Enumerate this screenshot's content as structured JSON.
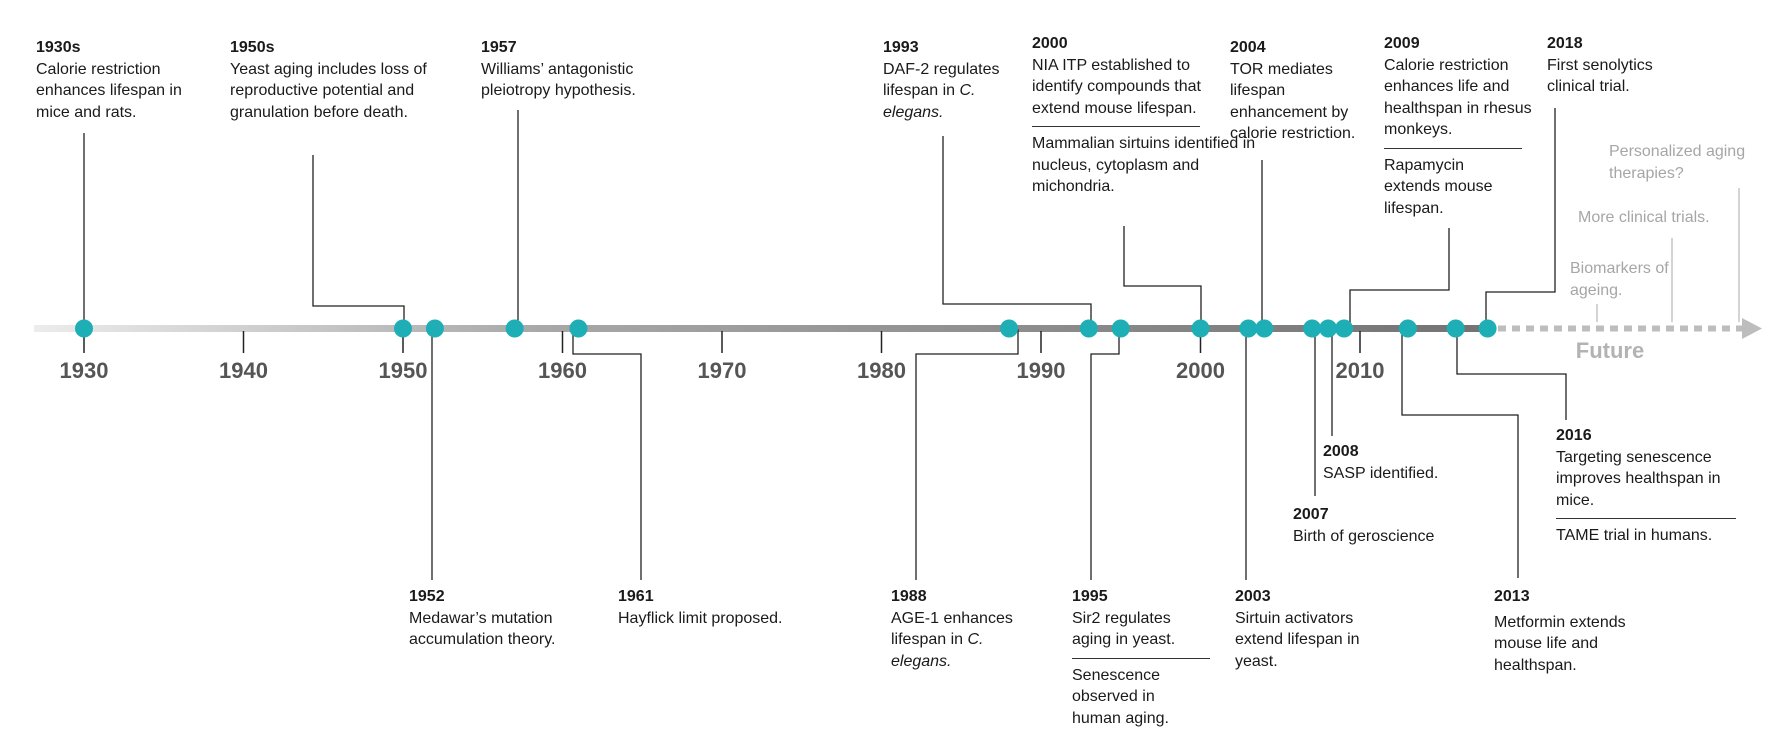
{
  "colors": {
    "dot": "#1eafb6",
    "line_start": "#e6e6e6",
    "line_end": "#777777",
    "future": "#b3b3b3",
    "connector": "#222222",
    "faint_text": "#a6a6a6"
  },
  "axis": {
    "decades": [
      "1930",
      "1940",
      "1950",
      "1960",
      "1970",
      "1980",
      "1990",
      "2000",
      "2010"
    ],
    "future_label": "Future"
  },
  "timeline_dots": [
    1930,
    1950,
    1952,
    1957,
    1961,
    1988,
    1993,
    1995,
    2000,
    2003,
    2004,
    2007,
    2008,
    2009,
    2013,
    2016,
    2018
  ],
  "events_above": [
    {
      "year": "1930s",
      "text": "Calorie restriction enhances lifespan in mice and rats."
    },
    {
      "year": "1950s",
      "text": "Yeast aging includes loss of reproductive potential and granulation before death."
    },
    {
      "year": "1957",
      "text": "Williams’ antagonistic pleiotropy hypothesis."
    },
    {
      "year": "1993",
      "text_pre": "DAF-2 regulates lifespan in",
      "text_italic": "C. elegans."
    },
    {
      "year": "2000",
      "text": "NIA ITP established to identify compounds that extend mouse lifespan.",
      "text2": "Mammalian sirtuins identified in nucleus, cytoplasm and michondria."
    },
    {
      "year": "2004",
      "text": "TOR mediates lifespan enhancement by calorie restriction."
    },
    {
      "year": "2009",
      "text": "Calorie restriction enhances life and healthspan in rhesus monkeys.",
      "text2": "Rapamycin extends mouse lifespan."
    },
    {
      "year": "2018",
      "text": "First senolytics clinical trial."
    }
  ],
  "events_below": [
    {
      "year": "1952",
      "text": "Medawar’s mutation accumulation theory."
    },
    {
      "year": "1961",
      "text": "Hayflick limit proposed."
    },
    {
      "year": "1988",
      "text_pre": "AGE-1 enhances lifespan in",
      "text_italic": "C. elegans."
    },
    {
      "year": "1995",
      "text": "Sir2 regulates aging in yeast.",
      "text2": "Senescence observed in human aging."
    },
    {
      "year": "2003",
      "text": "Sirtuin activators extend lifespan in yeast."
    },
    {
      "year": "2007",
      "text": "Birth of geroscience"
    },
    {
      "year": "2008",
      "text": "SASP identified."
    },
    {
      "year": "2013",
      "text": "Metformin extends mouse life and healthspan."
    },
    {
      "year": "2016",
      "text": "Targeting senescence improves healthspan in mice.",
      "text2": "TAME trial in humans."
    }
  ],
  "future_items": [
    {
      "text": "Personalized aging therapies?"
    },
    {
      "text": "More clinical trials."
    },
    {
      "text": "Biomarkers of ageing."
    }
  ]
}
